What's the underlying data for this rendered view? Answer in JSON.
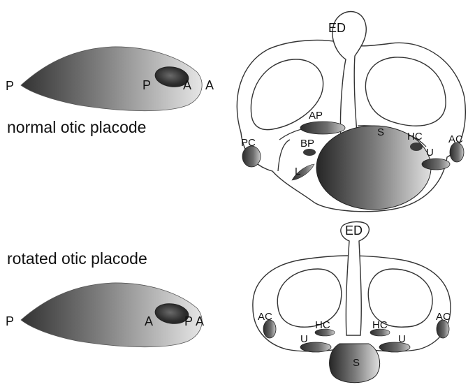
{
  "captions": {
    "normal": "normal otic placode",
    "rotated": "rotated otic placode"
  },
  "normal_placode": {
    "left_label": "P",
    "inner_left": "P",
    "inner_right": "A",
    "right_label": "A"
  },
  "rotated_placode": {
    "left_label": "P",
    "inner_left": "A",
    "inner_right": "P",
    "right_label": "A"
  },
  "normal_ear": {
    "ED": "ED",
    "AP": "AP",
    "PC": "PC",
    "BP": "BP",
    "S": "S",
    "HC": "HC",
    "U": "U",
    "AC": "AC",
    "L": "L"
  },
  "rotated_ear": {
    "ED": "ED",
    "AC_left": "AC",
    "HC_left": "HC",
    "U_left": "U",
    "S": "S",
    "HC_right": "HC",
    "U_right": "U",
    "AC_right": "AC"
  },
  "colors": {
    "placode_dark": "#3a3a3a",
    "placode_light": "#dcdcdc",
    "outline": "#333333"
  }
}
